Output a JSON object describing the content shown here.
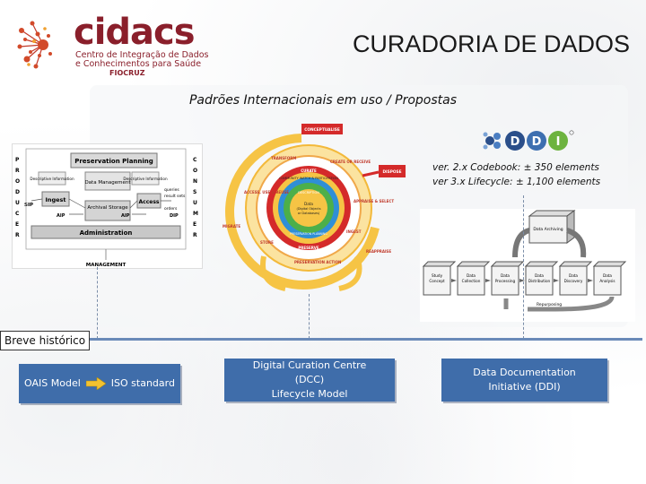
{
  "header": {
    "logo_name": "cidacs",
    "logo_sub1": "Centro de Integração de Dados",
    "logo_sub2": "e Conhecimentos para Saúde",
    "logo_org": "FIOCRUZ",
    "title": "CURADORIA DE DADOS"
  },
  "subtitle": "Padrões Internacionais em uso / Propostas",
  "ddi": {
    "logo_text": "DDI",
    "codebook": "ver. 2.x Codebook: ± 350 elements",
    "lifecycle": "ver 3.x Lifecycle: ± 1,100 elements"
  },
  "oais_diagram": {
    "preservation_planning": "Preservation Planning",
    "descriptive_info_left": "Descriptive Information",
    "data_management": "Data Management",
    "descriptive_info_right": "Descriptive Information",
    "ingest": "Ingest",
    "archival_storage": "Archival Storage",
    "access": "Access",
    "queries": "queries",
    "result_sets": "result sets",
    "orders": "orders",
    "sip": "SIP",
    "aip_left": "AIP",
    "aip_right": "AIP",
    "dip": "DIP",
    "administration": "Administration",
    "management": "MANAGEMENT",
    "producer_letters": [
      "P",
      "R",
      "O",
      "D",
      "U",
      "C",
      "E",
      "R"
    ],
    "consumer_letters": [
      "C",
      "O",
      "N",
      "S",
      "U",
      "M",
      "E",
      "R"
    ]
  },
  "dcc_diagram": {
    "conceptualise": "CONCEPTUALISE",
    "dispose": "DISPOSE",
    "create_or_receive": "CREATE OR RECEIVE",
    "appraise_select": "APPRAISE & SELECT",
    "ingest": "INGEST",
    "preservation_action": "PRESERVATION ACTION",
    "store": "STORE",
    "access_use_reuse": "ACCESS, USE & REUSE",
    "transform": "TRANSFORM",
    "migrate": "MIGRATE",
    "reappraise": "REAPPRAISE",
    "curate": "CURATE",
    "preserve": "PRESERVE",
    "preservation_planning": "PRESERVATION PLANNING",
    "community_watch": "COMMUNITY WATCH & PARTICIPATION",
    "description": "DESCRIPTION",
    "center_line1": "Data",
    "center_line2": "(Digital Objects",
    "center_line3": "or Databases)"
  },
  "ddi_diagram": {
    "data_archiving": "Data Archiving",
    "study_concept": "Study Concept",
    "data_collection": "Data Collection",
    "data_processing": "Data Processing",
    "data_distribution": "Data Distribution",
    "data_discovery": "Data Discovery",
    "data_analysis": "Data Analysis",
    "repurposing": "Repurposing"
  },
  "timeline": {
    "label": "Breve histórico",
    "box1_left": "OAIS Model",
    "box1_right": "ISO standard",
    "box2_line1": "Digital Curation Centre",
    "box2_line2": "(DCC)",
    "box2_line3": "Lifecycle Model",
    "box3_line1": "Data Documentation",
    "box3_line2": "Initiative (DDI)"
  },
  "colors": {
    "brand": "#8a1f2b",
    "timeline_box": "#3f6daa",
    "timeline_line": "#6a8ab8",
    "dcc_outer": "#f6c445",
    "dcc_red": "#d42a2a",
    "dcc_blue": "#2f8fd6",
    "dcc_green": "#4caf4a"
  }
}
